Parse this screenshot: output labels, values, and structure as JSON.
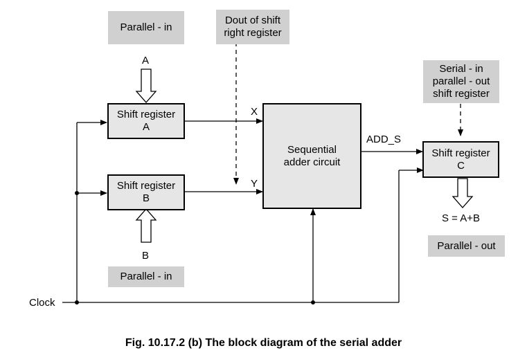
{
  "notes": {
    "parallel_in_top": "Parallel - in",
    "dout_line1": "Dout of shift",
    "dout_line2": "right register",
    "sipo_line1": "Serial - in",
    "sipo_line2": "parallel - out",
    "sipo_line3": "shift register",
    "parallel_in_bottom": "Parallel - in",
    "parallel_out": "Parallel - out"
  },
  "blocks": {
    "reg_a_line1": "Shift register",
    "reg_a_line2": "A",
    "reg_b_line1": "Shift register",
    "reg_b_line2": "B",
    "adder_line1": "Sequential",
    "adder_line2": "adder circuit",
    "reg_c_line1": "Shift register",
    "reg_c_line2": "C"
  },
  "signals": {
    "input_a": "A",
    "input_b": "B",
    "x": "X",
    "y": "Y",
    "add_s": "ADD_S",
    "sum": "S = A+B",
    "clock": "Clock"
  },
  "caption": "Fig. 10.17.2 (b) The block diagram of the serial adder"
}
